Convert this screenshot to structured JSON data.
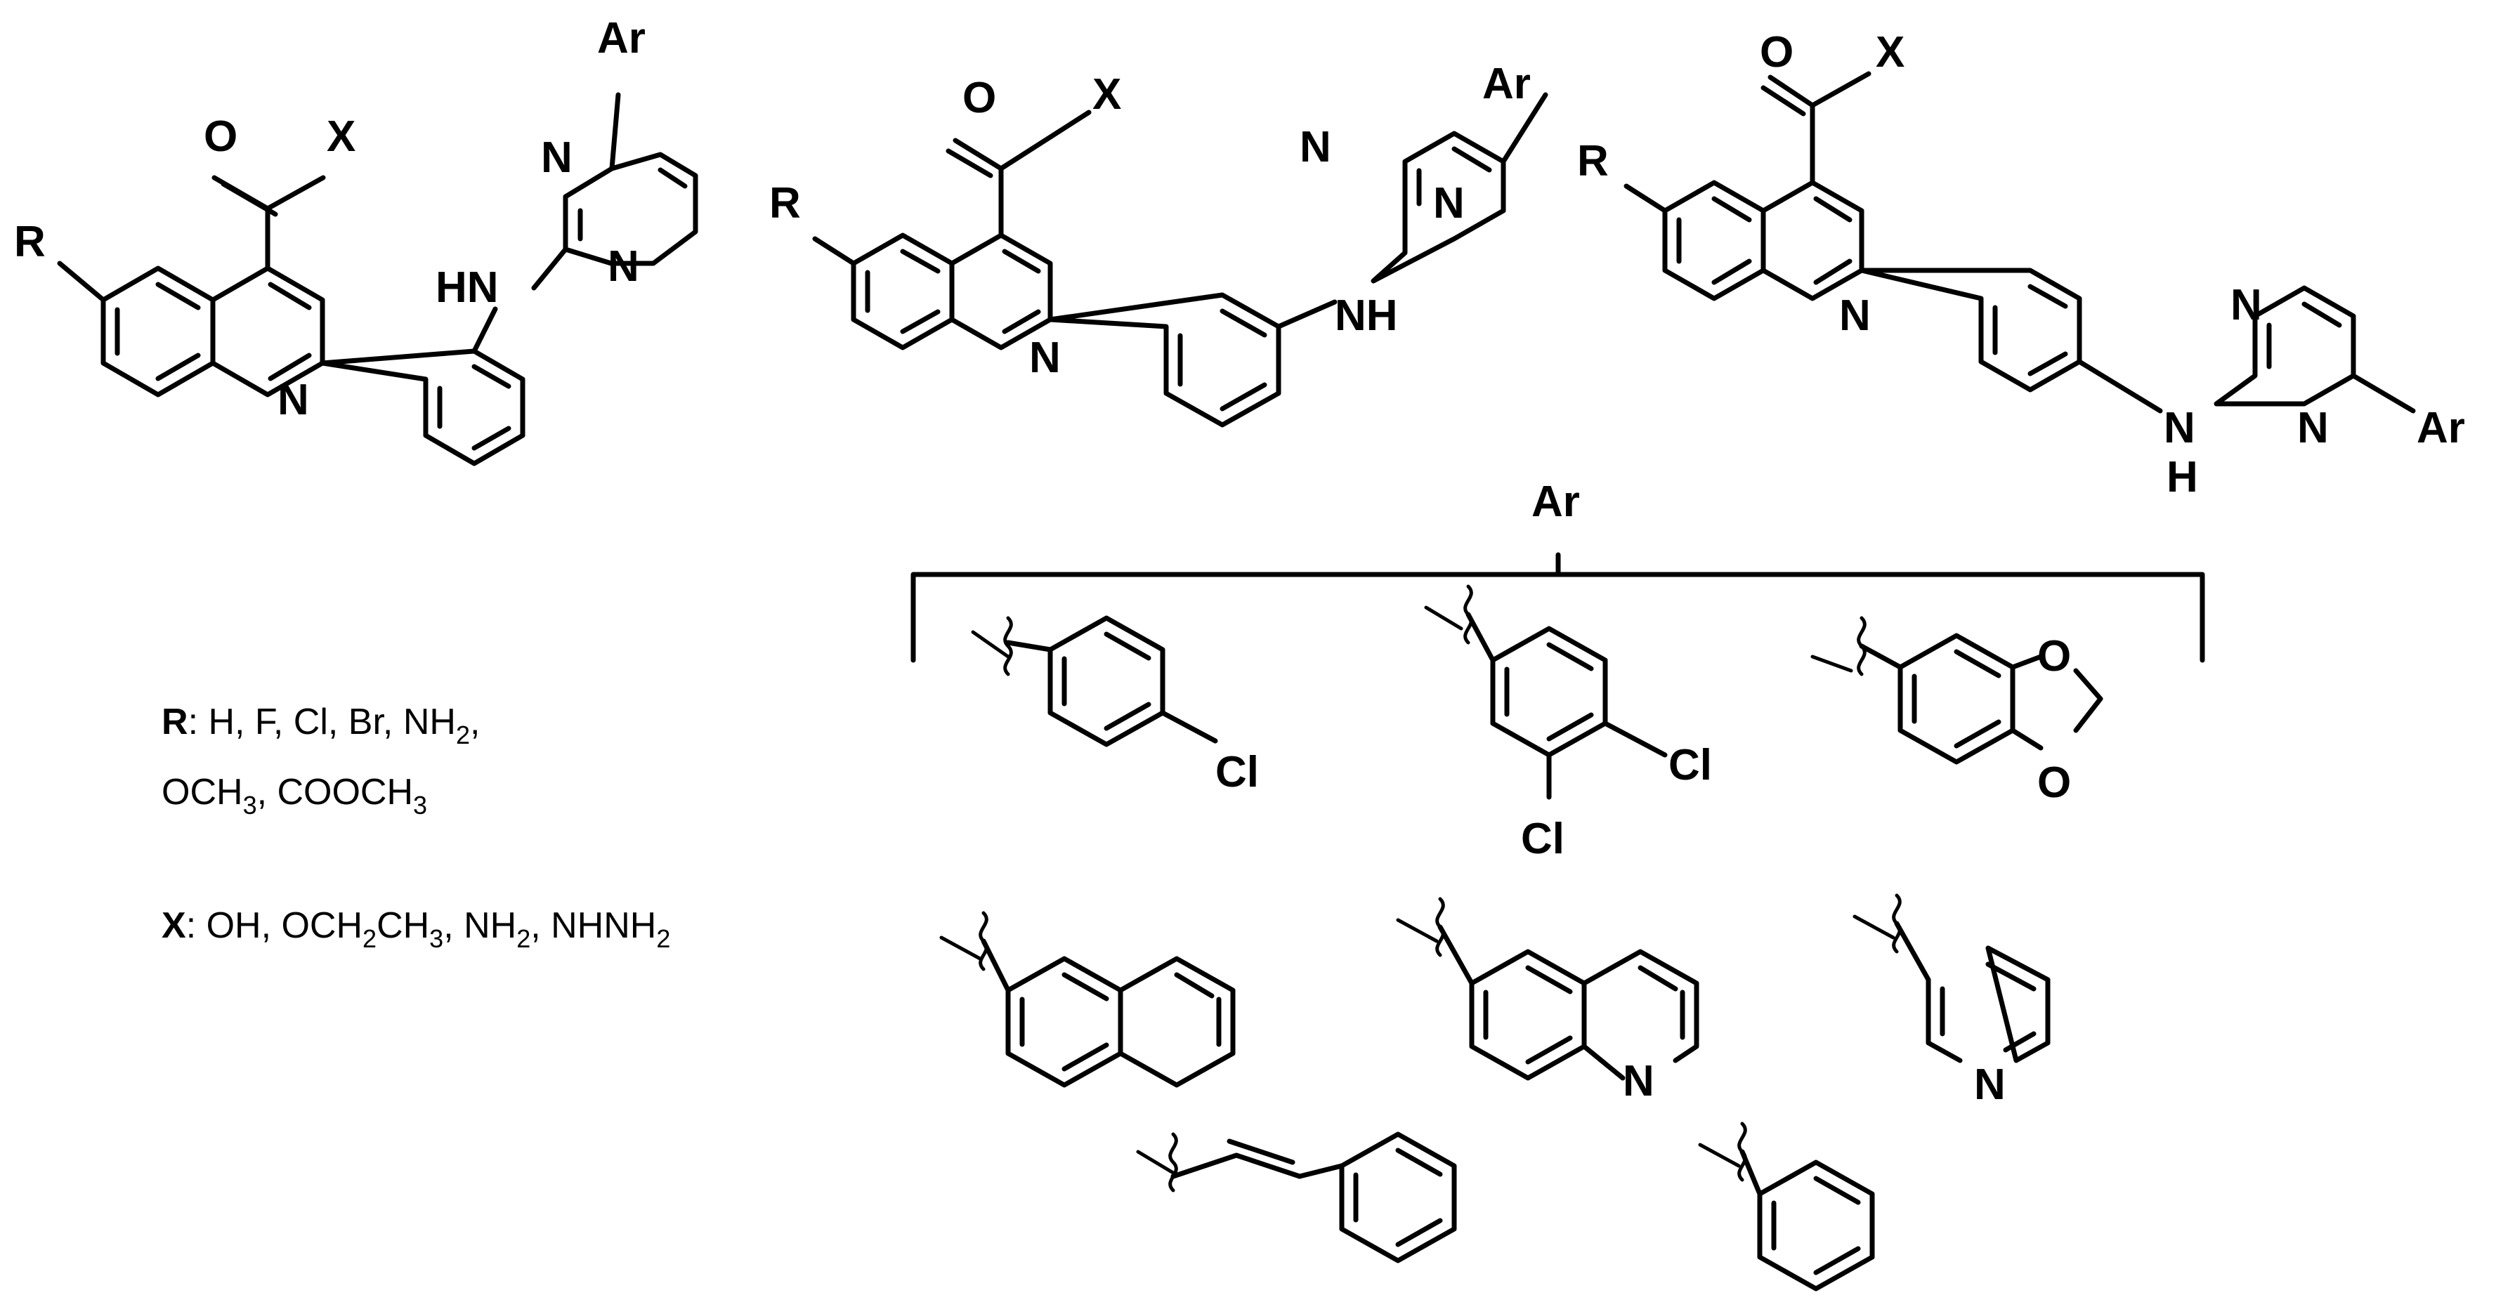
{
  "atoms": {
    "ar": "Ar",
    "x": "X",
    "o": "O",
    "n": "N",
    "r": "R",
    "hn": "HN",
    "nh": "NH",
    "h": "H",
    "cl": "Cl"
  },
  "legend": {
    "r_label": "R",
    "r_line1": ": H, F, Cl, Br, NH",
    "r_sub1": "2",
    "r_line1_end": ",",
    "r_line2_a": "OCH",
    "r_sub2": "3",
    "r_line2_b": ", COOCH",
    "r_sub3": "3",
    "x_label": "X",
    "x_a": ": OH, OCH",
    "x_sub1": "2",
    "x_b": "CH",
    "x_sub2": "3",
    "x_c": ", NH",
    "x_sub3": "2",
    "x_d": ", NHNH",
    "x_sub4": "2"
  }
}
